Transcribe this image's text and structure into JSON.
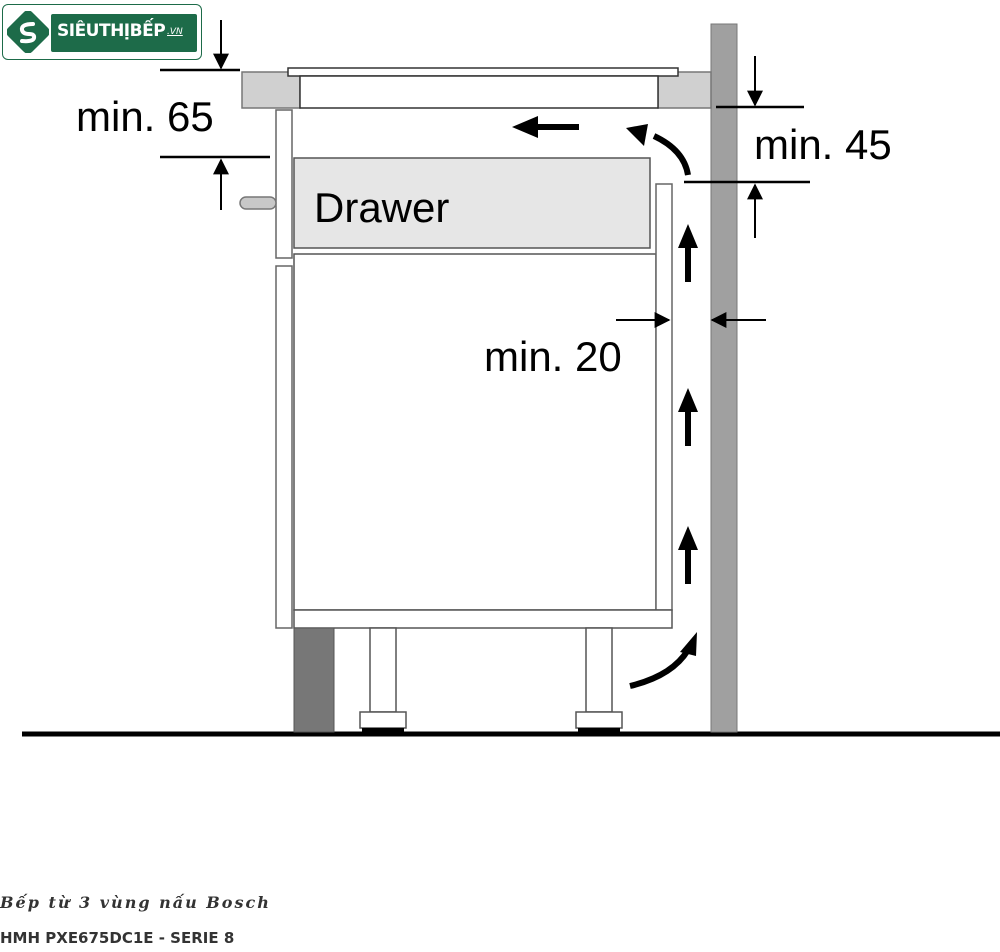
{
  "logo": {
    "brand": "SIÊUTHỊBẾP",
    "suffix": ".VN",
    "icon": "s-mark-icon"
  },
  "diagram": {
    "drawer_label": "Drawer",
    "dim_top_left": "min. 65",
    "dim_top_right": "min. 45",
    "dim_side_gap": "min. 20"
  },
  "caption": {
    "line1": "Bếp từ 3 vùng nấu Bosch",
    "line2": "HMH PXE675DC1E - SERIE 8"
  },
  "colors": {
    "brand_green": "#1d6b49",
    "wall_gray": "#a0a0a0",
    "drawer_fill": "#e6e6e6",
    "arrow": "#000000"
  }
}
